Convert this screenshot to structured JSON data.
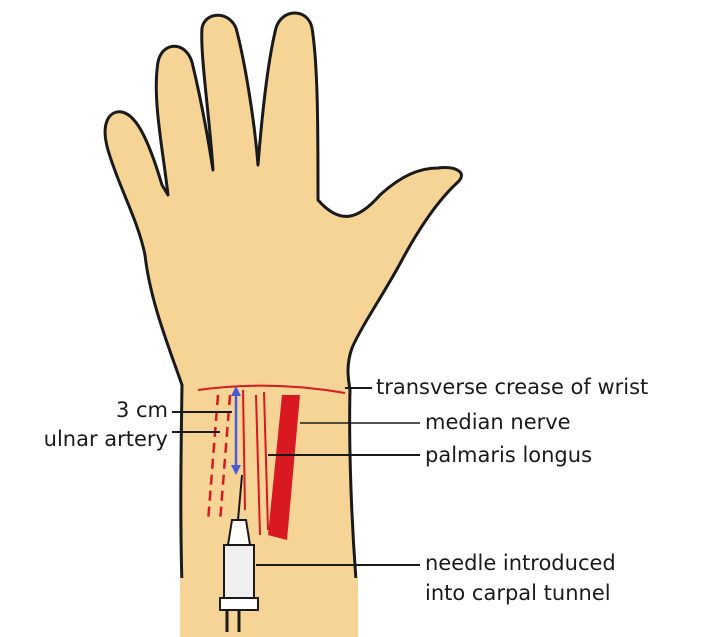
{
  "labels": {
    "transverse_crease": "transverse crease of wrist",
    "median_nerve": "median nerve",
    "palmaris_longus": "palmaris longus",
    "distance": "3 cm",
    "ulnar_artery": "ulnar artery",
    "needle_line1": "needle introduced",
    "needle_line2": "into carpal tunnel"
  },
  "colors": {
    "skin": "#f5d496",
    "outline": "#1a1a1a",
    "tendon_red": "#d81921",
    "measure_blue": "#4a5bd8",
    "syringe": "#f0f0f0"
  }
}
